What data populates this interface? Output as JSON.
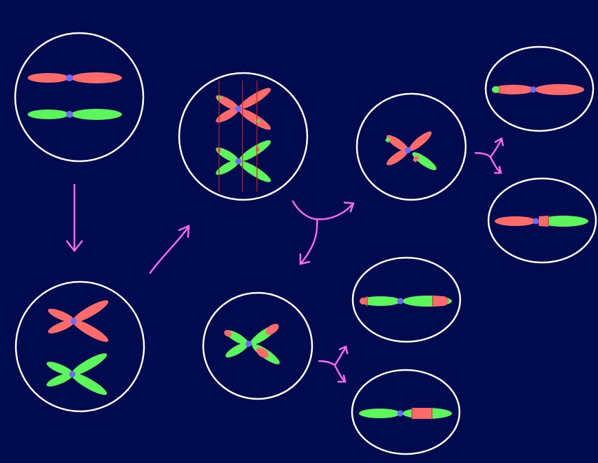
{
  "colors": {
    "background": "#000a4f",
    "cell_outline": "#ffffff",
    "maternal_chromosome": "#ff6b6b",
    "paternal_chromosome": "#5cf55c",
    "centromere": "#6b6bff",
    "arrow": "#ff66ee",
    "crossover_line": "#cc2222"
  },
  "stages": [
    {
      "id": "cell-1-homologous-pair",
      "chromosomes": [
        "maternal",
        "paternal"
      ],
      "form": "single-chromatid"
    },
    {
      "id": "cell-2-replicated",
      "chromosomes": [
        "maternal",
        "paternal"
      ],
      "form": "sister-chromatids"
    },
    {
      "id": "cell-3-crossing-over",
      "chromosomes": [
        "maternal",
        "paternal"
      ],
      "form": "synapsis"
    },
    {
      "id": "cell-4a-recombined",
      "chromosomes": [
        "recombinant"
      ],
      "form": "sister-chromatids"
    },
    {
      "id": "cell-4b-recombined",
      "chromosomes": [
        "recombinant"
      ],
      "form": "sister-chromatids"
    },
    {
      "id": "gamete-1",
      "chromosomes": [
        "maternal-with-paternal-tip"
      ],
      "form": "single-chromatid"
    },
    {
      "id": "gamete-2",
      "chromosomes": [
        "maternal-with-paternal-arm"
      ],
      "form": "single-chromatid"
    },
    {
      "id": "gamete-3",
      "chromosomes": [
        "paternal-with-maternal-tips"
      ],
      "form": "single-chromatid"
    },
    {
      "id": "gamete-4",
      "chromosomes": [
        "paternal-with-maternal-segment"
      ],
      "form": "single-chromatid"
    }
  ]
}
